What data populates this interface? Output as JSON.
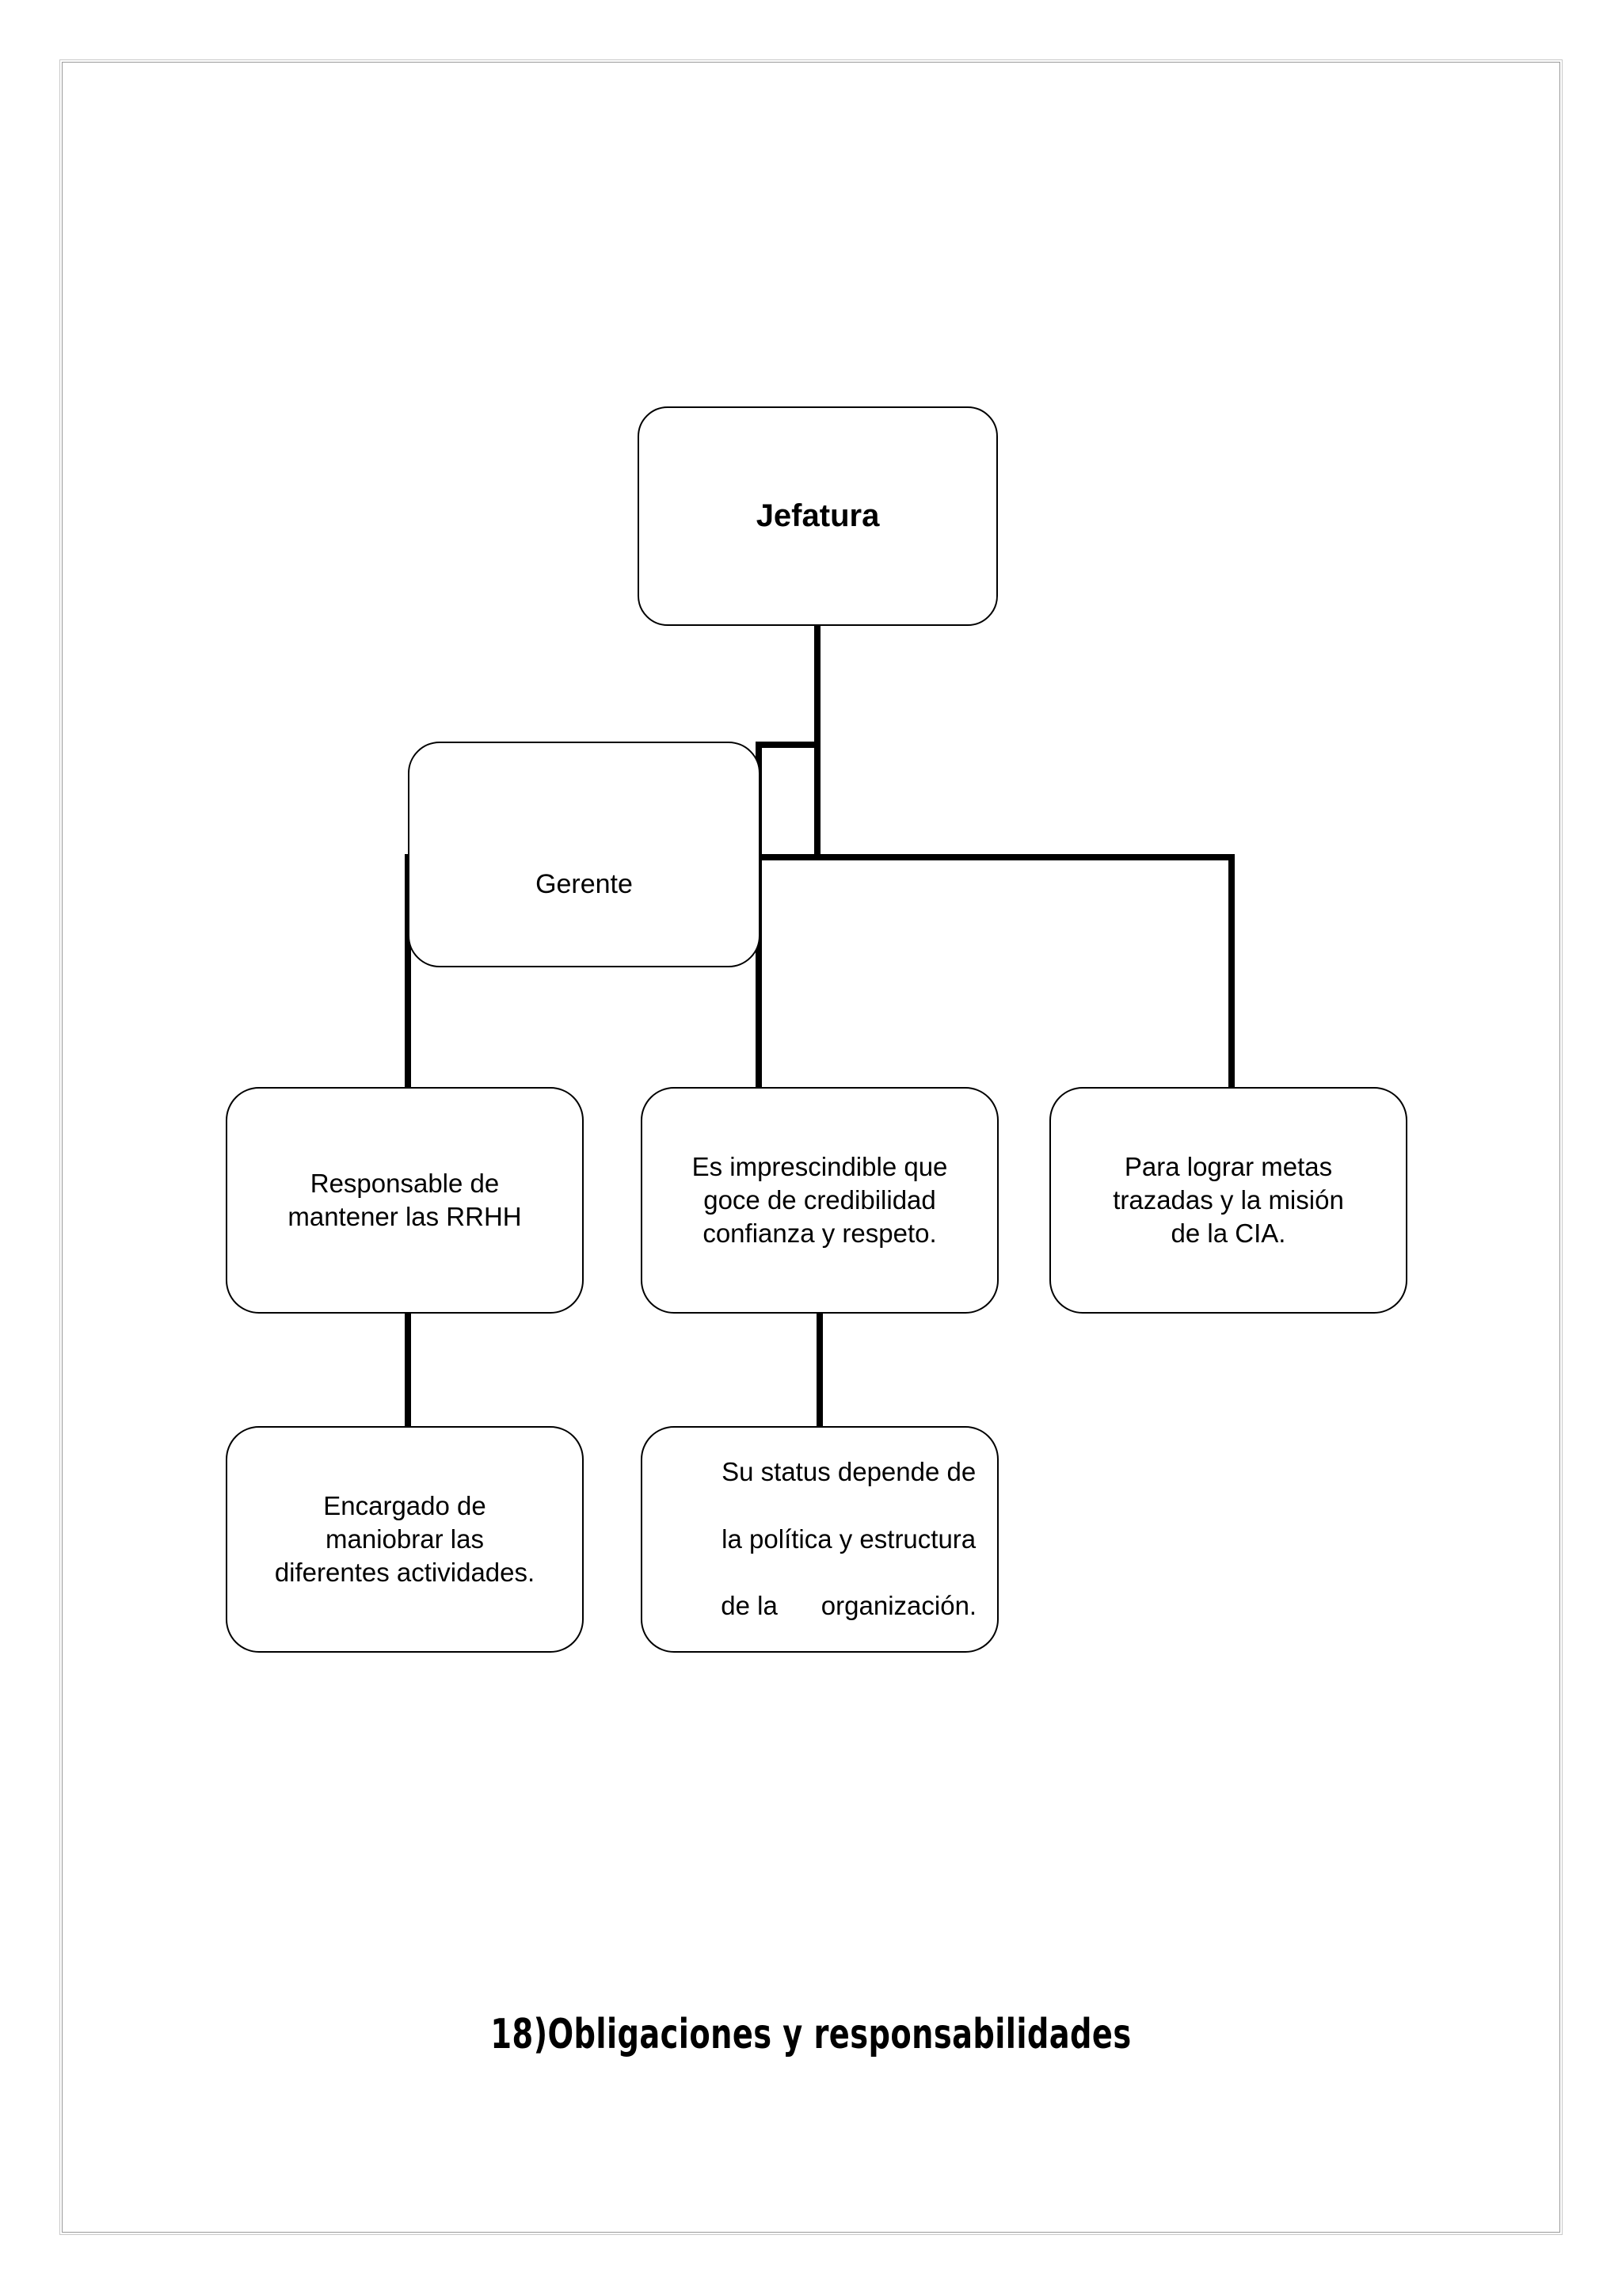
{
  "document": {
    "title": "Organigrama - Obligaciones y responsabilidades",
    "footer_caption": "18)Obligaciones y responsabilidades",
    "page_background": "#ffffff",
    "frame_color": "#9a9a9a",
    "line_color": "#000000"
  },
  "chart_data": {
    "type": "diagram",
    "subtype": "organization-chart",
    "title": "18)Obligaciones y responsabilidades",
    "nodes": [
      {
        "id": "jefatura",
        "label": "Jefatura",
        "level": 0,
        "bold": true
      },
      {
        "id": "gerente",
        "label": "Gerente",
        "level": 1,
        "bold": false
      },
      {
        "id": "rrhh",
        "label": "Responsable de mantener las RRHH",
        "level": 2,
        "bold": false
      },
      {
        "id": "credibilidad",
        "label": "Es imprescindible que goce de credibilidad confianza y respeto.",
        "level": 2,
        "bold": false
      },
      {
        "id": "metas",
        "label": "Para lograr metas trazadas y la misión de la CIA.",
        "level": 2,
        "bold": false
      },
      {
        "id": "encargado",
        "label": "Encargado de maniobrar las diferentes actividades.",
        "level": 3,
        "bold": false
      },
      {
        "id": "status",
        "label": "Su status depende de la política y estructura de la      organización.",
        "level": 3,
        "bold": false
      }
    ],
    "edges": [
      {
        "from": "jefatura",
        "to": "gerente"
      },
      {
        "from": "gerente",
        "to": "rrhh"
      },
      {
        "from": "gerente",
        "to": "credibilidad"
      },
      {
        "from": "gerente",
        "to": "metas"
      },
      {
        "from": "rrhh",
        "to": "encargado"
      },
      {
        "from": "credibilidad",
        "to": "status"
      }
    ]
  },
  "nodes": {
    "jefatura": {
      "label": "Jefatura"
    },
    "gerente": {
      "label": "Gerente"
    },
    "rrhh": {
      "line1": "Responsable de",
      "line2": "mantener las RRHH"
    },
    "credibilidad": {
      "line1": "Es imprescindible que",
      "line2": "goce de credibilidad",
      "line3": "confianza y respeto."
    },
    "metas": {
      "line1": "Para lograr metas",
      "line2": "trazadas y la misión",
      "line3": "de la CIA."
    },
    "encargado": {
      "line1": "Encargado de",
      "line2": "maniobrar las",
      "line3": "diferentes actividades."
    },
    "status": {
      "line1": "Su status depende de",
      "line2": "la política y estructura",
      "line3": "de la      organización."
    }
  }
}
